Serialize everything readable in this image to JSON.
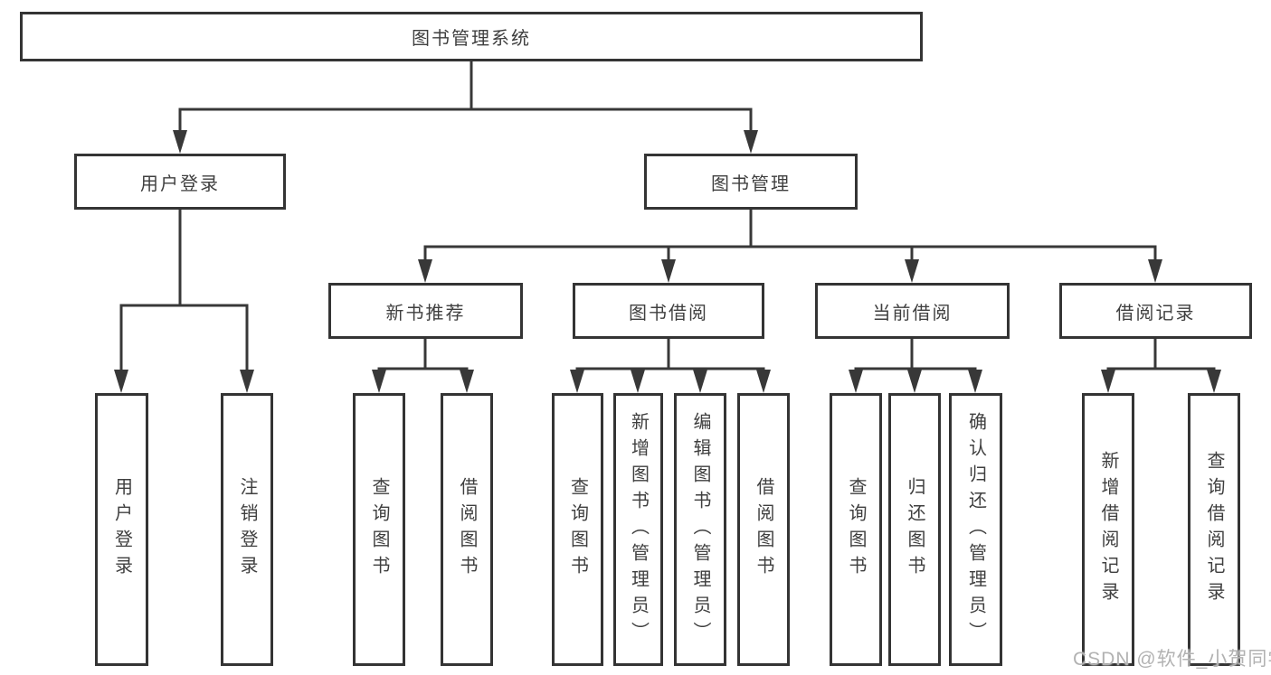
{
  "tree": {
    "root": {
      "label": "图书管理系统",
      "children": [
        {
          "label": "用户登录",
          "children": [
            {
              "label": "用户登录"
            },
            {
              "label": "注销登录"
            }
          ]
        },
        {
          "label": "图书管理",
          "children": [
            {
              "label": "新书推荐",
              "children": [
                {
                  "label": "查询图书"
                },
                {
                  "label": "借阅图书"
                }
              ]
            },
            {
              "label": "图书借阅",
              "children": [
                {
                  "label": "查询图书"
                },
                {
                  "label": "新增图书（管理员）"
                },
                {
                  "label": "编辑图书（管理员）"
                },
                {
                  "label": "借阅图书"
                }
              ]
            },
            {
              "label": "当前借阅",
              "children": [
                {
                  "label": "查询图书"
                },
                {
                  "label": "归还图书"
                },
                {
                  "label": "确认归还（管理员）"
                }
              ]
            },
            {
              "label": "借阅记录",
              "children": [
                {
                  "label": "新增借阅记录"
                },
                {
                  "label": "查询借阅记录"
                }
              ]
            }
          ]
        }
      ]
    }
  },
  "watermark": {
    "text": "CSDN @软件_小贺同学",
    "color": "#b2b2b2"
  },
  "colors": {
    "line": "#383838",
    "box_border": "#343434",
    "text": "#3f3f3f",
    "background": "#ffffff"
  }
}
